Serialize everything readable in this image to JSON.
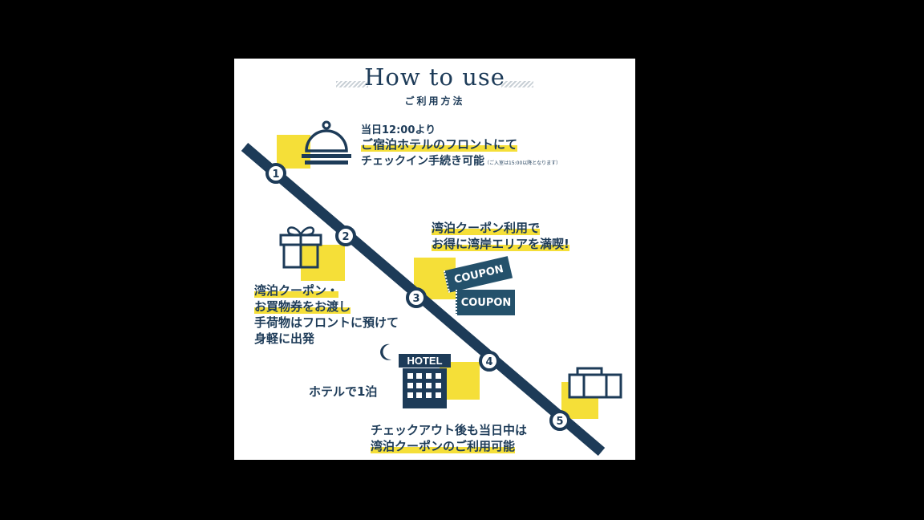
{
  "header": {
    "title": "How to use",
    "subtitle": "ご利用方法"
  },
  "steps": [
    {
      "number": "1",
      "line1": "当日12:00より",
      "line2": "ご宿泊ホテルのフロントにて",
      "line3": "チェックイン手続き可能",
      "note": "（ご入室は15:00以降となります）"
    },
    {
      "number": "2",
      "line1": "湾泊クーポン・",
      "line2": "お買物券をお渡し",
      "line3": "手荷物はフロントに預けて",
      "line4": "身軽に出発"
    },
    {
      "number": "3",
      "line1": "湾泊クーポン利用で",
      "line2": "お得に湾岸エリアを満喫!",
      "coupon_label": "COUPON"
    },
    {
      "number": "4",
      "line1": "ホテルで1泊",
      "hotel_sign": "HOTEL"
    },
    {
      "number": "5",
      "line1": "チェックアウト後も当日中は",
      "line2": "湾泊クーポンのご利用可能"
    }
  ],
  "icons": [
    "service-bell-icon",
    "gift-box-icon",
    "coupon-ticket-icon",
    "hotel-building-icon",
    "crescent-moon-icon",
    "suitcase-icon"
  ],
  "colors": {
    "navy": "#1d3b58",
    "yellow": "#f5df38",
    "coupon": "#24516b"
  }
}
